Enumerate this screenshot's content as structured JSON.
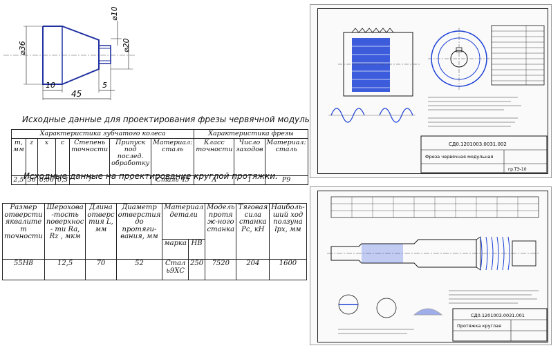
{
  "sketch": {
    "dim_d36": "⌀36",
    "dim_d10": "⌀10",
    "dim_d20": "⌀20",
    "dim_10": "10",
    "dim_5": "5",
    "dim_45": "45"
  },
  "heading1": "Исходные данные для проектирования фрезы червячной модульной.",
  "table1": {
    "group1": "Характеристика зубчатого колеса",
    "group2": "Характеристика фрезы",
    "headers": [
      "m, мм",
      "z",
      "x",
      "c",
      "Степень точности",
      "Припуск под послед. обработку",
      "Материал: сталь",
      "Класс точности",
      "Число заходов",
      "Материал: сталь"
    ],
    "row": [
      "2,5",
      "36",
      "0,06",
      "0,3",
      "7",
      "–",
      "Сталь 45",
      "А",
      "1",
      "Р9"
    ]
  },
  "heading2": "Исходные данные на проектирование круглой протяжки.",
  "table2": {
    "headers": [
      "Размер отверсти яквалите т точности",
      "Шерохова -тость поверхнос - ти Ra, Rz , мкм",
      "Длина отверс тия L, мм",
      "Диаметр отверстия до протяги- вания, мм",
      "Материал детали",
      "Модель протя ж-ного станка",
      "Тяговая сила станка Pc, кН",
      "Наиболь- ший ход ползуна lpx, мм"
    ],
    "sub_headers": [
      "марка",
      "НВ"
    ],
    "row": [
      "55Н8",
      "12,5",
      "70",
      "52",
      "Стал ь9ХС",
      "250",
      "7520",
      "204",
      "1600"
    ]
  },
  "drawing1": {
    "stamp_code": "СД0.1201003.0031.002",
    "stamp_title": "Фреза червячная модульная",
    "stamp_group": "гр.ТЭ-10"
  },
  "drawing2": {
    "stamp_code": "СД0.1201003.0031.001",
    "stamp_title": "Протяжка круглая"
  },
  "colors": {
    "ink": "#111111",
    "blueprint_blue": "#1a3fd6",
    "sketch_blue": "#2030a0"
  }
}
